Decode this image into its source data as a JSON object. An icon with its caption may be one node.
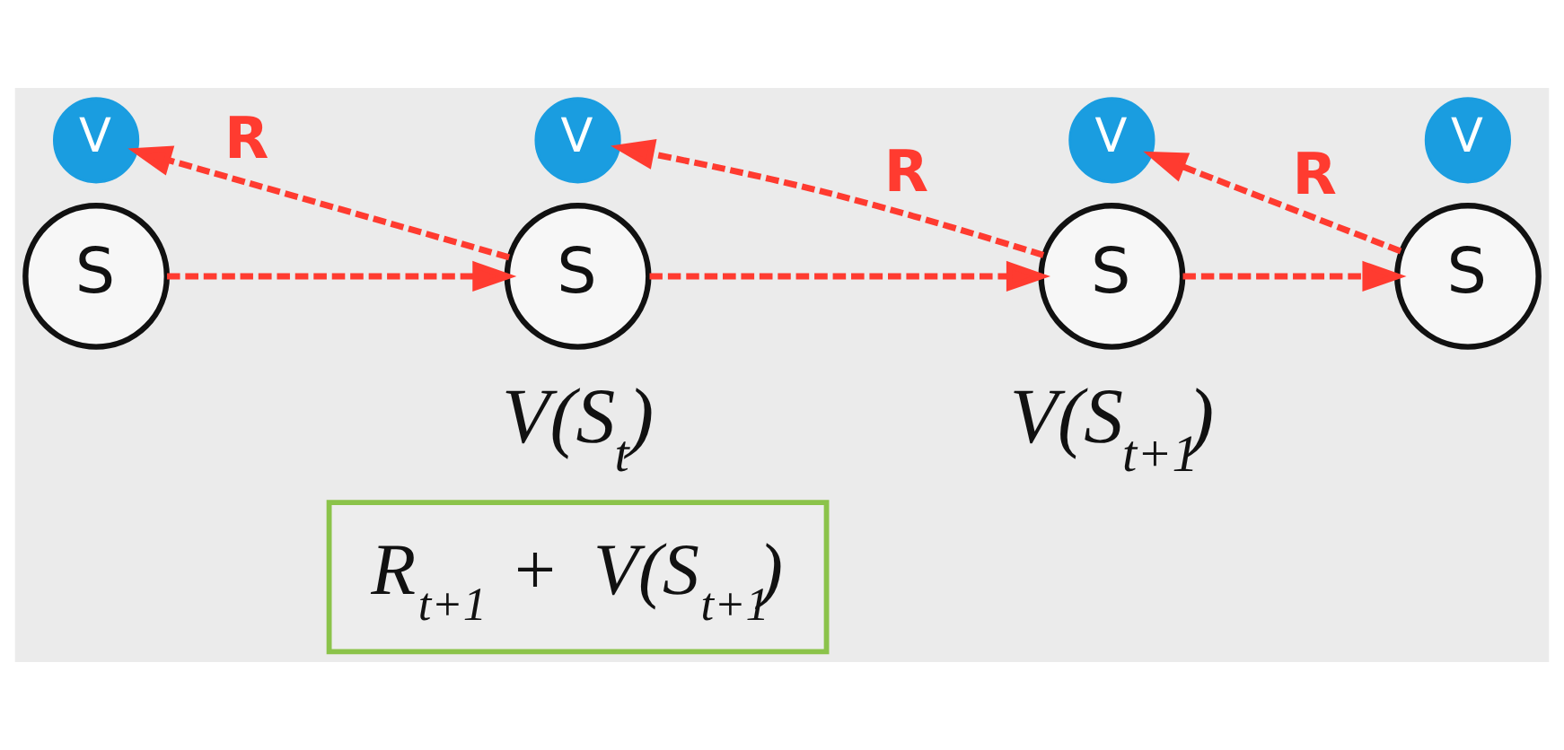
{
  "diagram": {
    "nodes": [
      {
        "text": [
          "S"
        ]
      },
      {
        "text": [
          "V"
        ]
      },
      {
        "text": [
          "S"
        ],
        "beside": [
          "V(S$_{t}$)"
        ]
      },
      {
        "text": [
          "V"
        ]
      },
      {
        "text": [
          "S"
        ],
        "beside": [
          "V(S$_{t+1}$)"
        ]
      },
      {
        "text": [
          "V"
        ]
      },
      {
        "text": [
          "S"
        ]
      },
      {
        "text": [
          "V"
        ]
      },
      {
        "text": [
          "R$_{t+1}$ + V(S$_{t+1}$)"
        ]
      }
    ],
    "edges": [
      {
        "from": 0,
        "to": 2,
        "arrow": "to",
        "style": "dashed"
      },
      {
        "from": 2,
        "to": 1,
        "arrow": "to",
        "style": "dashed",
        "label": "R"
      },
      {
        "from": 2,
        "to": 4,
        "arrow": "to",
        "style": "dashed"
      },
      {
        "from": 4,
        "to": 3,
        "arrow": "to",
        "style": "dashed",
        "label": "R"
      },
      {
        "from": 4,
        "to": 6,
        "arrow": "to",
        "style": "dashed"
      },
      {
        "from": 6,
        "to": 5,
        "arrow": "to",
        "style": "dashed",
        "label": "R"
      }
    ]
  }
}
